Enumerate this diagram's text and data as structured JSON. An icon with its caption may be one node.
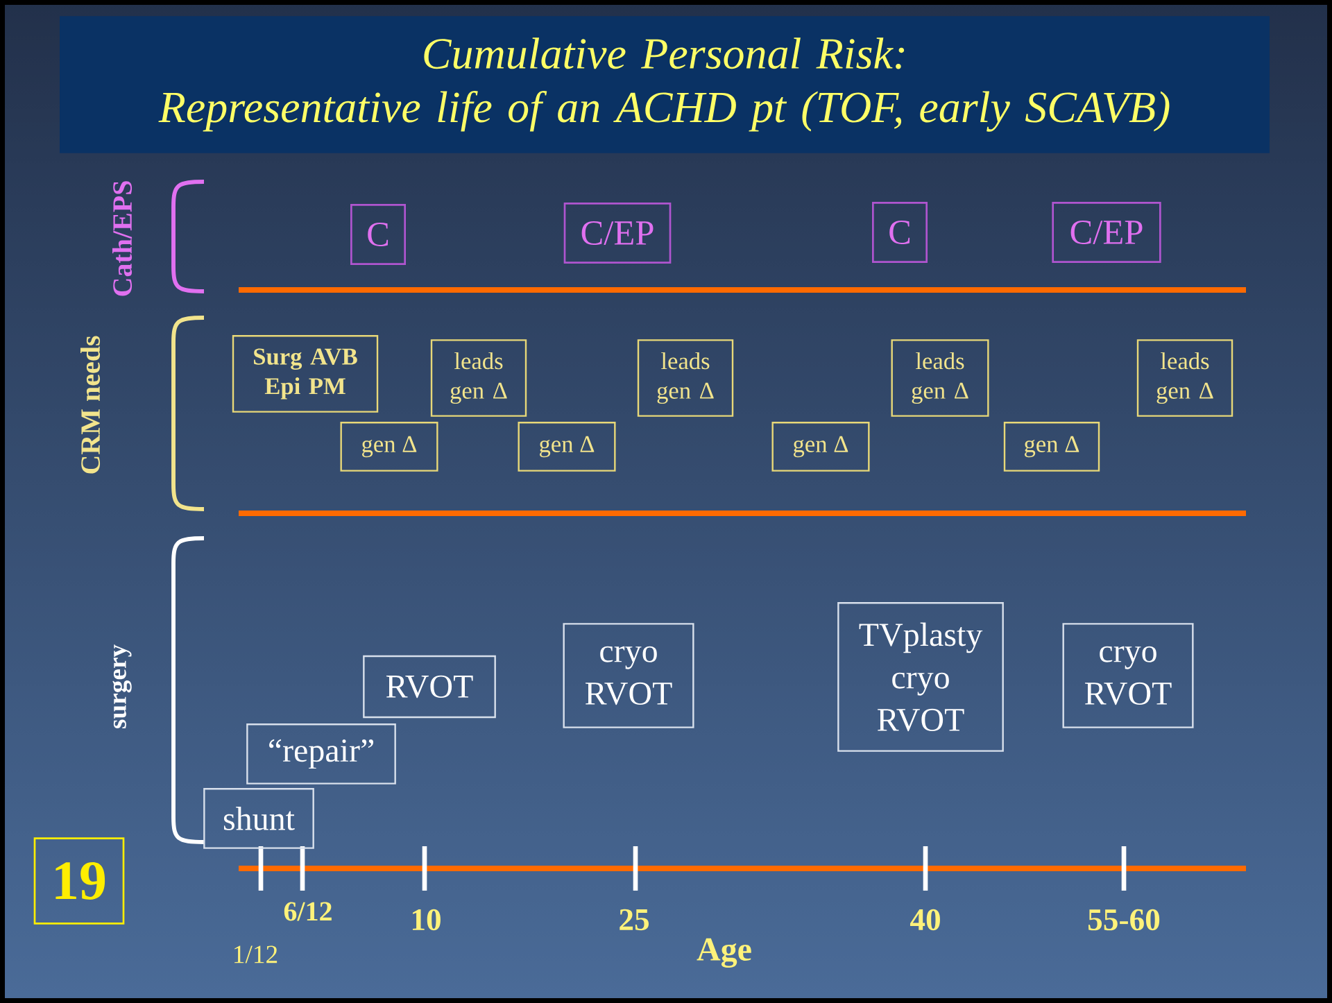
{
  "diagram": {
    "nodes": [
      {
        "text": [
          "Cumulative Personal Risk:",
          "Representative life of an ACHD pt (TOF, early SCAVB)"
        ]
      },
      {
        "text": [
          "C"
        ]
      },
      {
        "text": [
          "C/EP"
        ]
      },
      {
        "text": [
          "C"
        ]
      },
      {
        "text": [
          "C/EP"
        ]
      },
      {
        "text": [
          "Surg AVB Epi PM"
        ]
      },
      {
        "text": [
          "leads gen Δ"
        ]
      },
      {
        "text": [
          "leads gen Δ"
        ]
      },
      {
        "text": [
          "leads gen Δ"
        ]
      },
      {
        "text": [
          "leads gen Δ"
        ]
      },
      {
        "text": [
          "gen Δ"
        ]
      },
      {
        "text": [
          "gen Δ"
        ]
      },
      {
        "text": [
          "gen Δ"
        ]
      },
      {
        "text": [
          "gen Δ"
        ]
      },
      {
        "text": [
          "shunt"
        ]
      },
      {
        "text": [
          "“repair”"
        ]
      },
      {
        "text": [
          "RVOT"
        ]
      },
      {
        "text": [
          "cryo RVOT"
        ]
      },
      {
        "text": [
          "TVplasty cryo RVOT"
        ]
      },
      {
        "text": [
          "cryo RVOT"
        ]
      },
      {
        "text": [
          "19"
        ]
      }
    ],
    "labels": [
      "Cath/EPS",
      "CRM needs",
      "surgery",
      "6/12",
      "10",
      "25",
      "40",
      "55-60",
      "1/12",
      "Age"
    ]
  }
}
